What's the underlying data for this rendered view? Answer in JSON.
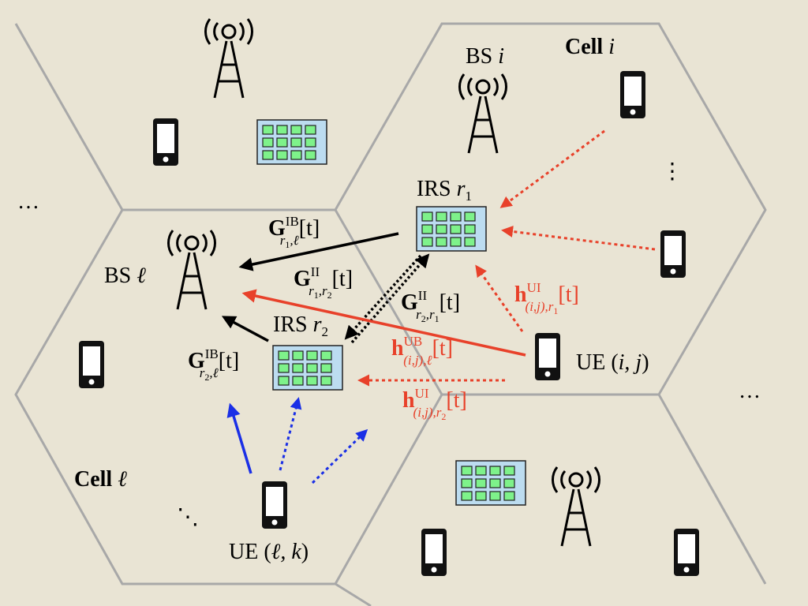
{
  "colors": {
    "background": "#e9e4d4",
    "cell_border": "#a8a8a8",
    "irs_fill": "#bcdcf0",
    "irs_element": "#7ef28a",
    "black_arrow": "#000000",
    "red_arrow": "#e8412a",
    "blue_arrow": "#1a2fe6"
  },
  "labels": {
    "bs_i": "BS",
    "bs_i_idx": "i",
    "cell_i": "Cell",
    "cell_i_idx": "i",
    "irs_r1": "IRS",
    "irs_r1_idx": "r",
    "irs_r1_sub": "1",
    "irs_r2": "IRS",
    "irs_r2_idx": "r",
    "irs_r2_sub": "2",
    "bs_l": "BS",
    "bs_l_idx": "ℓ",
    "cell_l": "Cell",
    "cell_l_idx": "ℓ",
    "ue_ij": "UE (",
    "ue_ij_idx": "i, j",
    "ue_ij_close": ")",
    "ue_lk": "UE (",
    "ue_lk_idx": "ℓ, k",
    "ue_lk_close": ")",
    "ellipsis_left": "…",
    "ellipsis_right": "…",
    "ellipsis_bottom": "⋱",
    "ellipsis_vertical": "⋮"
  },
  "channels": {
    "G_IB_r1": {
      "base": "G",
      "sup": "IB",
      "sub": "r",
      "sub2": "1",
      "sub3": ",ℓ",
      "arg": "[t]"
    },
    "G_II_r1r2": {
      "base": "G",
      "sup": "II",
      "sub": "r",
      "sub2": "1",
      "sub3": ",r",
      "sub4": "2",
      "arg": "[t]"
    },
    "G_II_r2r1": {
      "base": "G",
      "sup": "II",
      "sub": "r",
      "sub2": "2",
      "sub3": ",r",
      "sub4": "1",
      "arg": "[t]"
    },
    "G_IB_r2": {
      "base": "G",
      "sup": "IB",
      "sub": "r",
      "sub2": "2",
      "sub3": ",ℓ",
      "arg": "[t]"
    },
    "h_UI_r1": {
      "base": "h",
      "sup": "UI",
      "sub": "(i,j),r",
      "sub2": "1",
      "arg": "[t]"
    },
    "h_UB_l": {
      "base": "h",
      "sup": "UB",
      "sub": "(i,j),ℓ",
      "arg": "[t]"
    },
    "h_UI_r2": {
      "base": "h",
      "sup": "UI",
      "sub": "(i,j),r",
      "sub2": "2",
      "arg": "[t]"
    }
  }
}
